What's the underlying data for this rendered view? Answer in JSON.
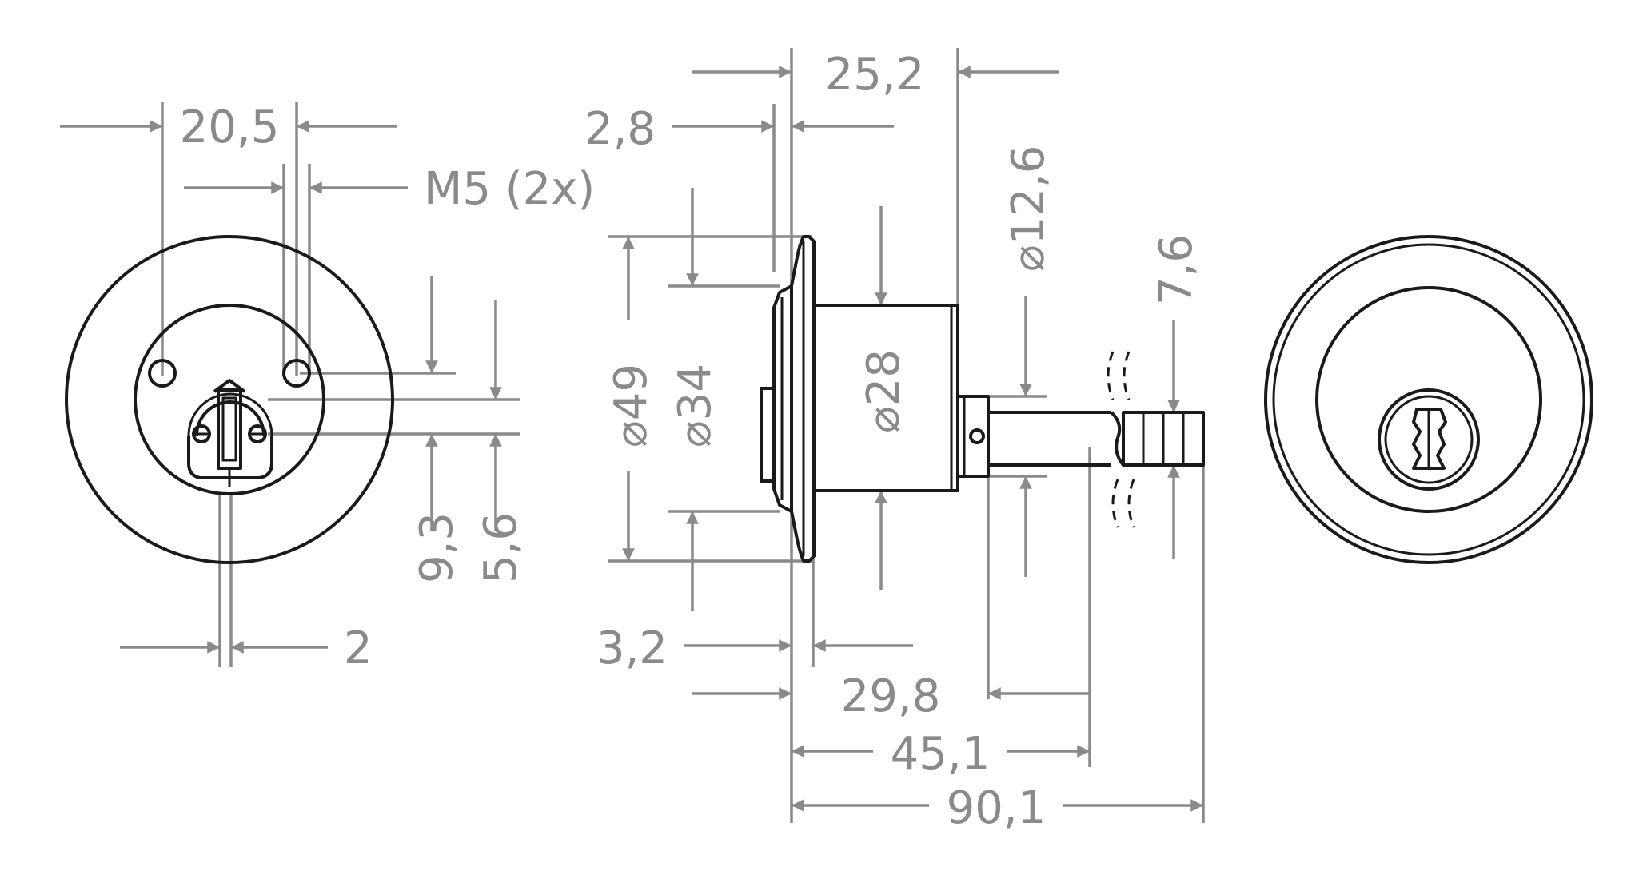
{
  "colors": {
    "dimension": "#8a8a8a",
    "outline": "#1a1a1a",
    "background": "#ffffff"
  },
  "front_view": {
    "dim_hole_spacing": "20,5",
    "dim_thread": "M5 (2x)",
    "dim_offset_a": "9,3",
    "dim_offset_b": "5,6",
    "dim_slot_width": "2"
  },
  "side_view": {
    "dim_body_length": "25,2",
    "dim_flange_thickness": "2,8",
    "dim_collar_thickness": "3,2",
    "dim_outer_diameter": "⌀49",
    "dim_rose_diameter": "⌀34",
    "dim_cylinder_diameter": "⌀28",
    "dim_tail_diameter": "⌀12,6",
    "dim_tail_end": "7,6",
    "dim_tail_start": "29,8",
    "dim_tail_min": "45,1",
    "dim_overall": "90,1"
  }
}
